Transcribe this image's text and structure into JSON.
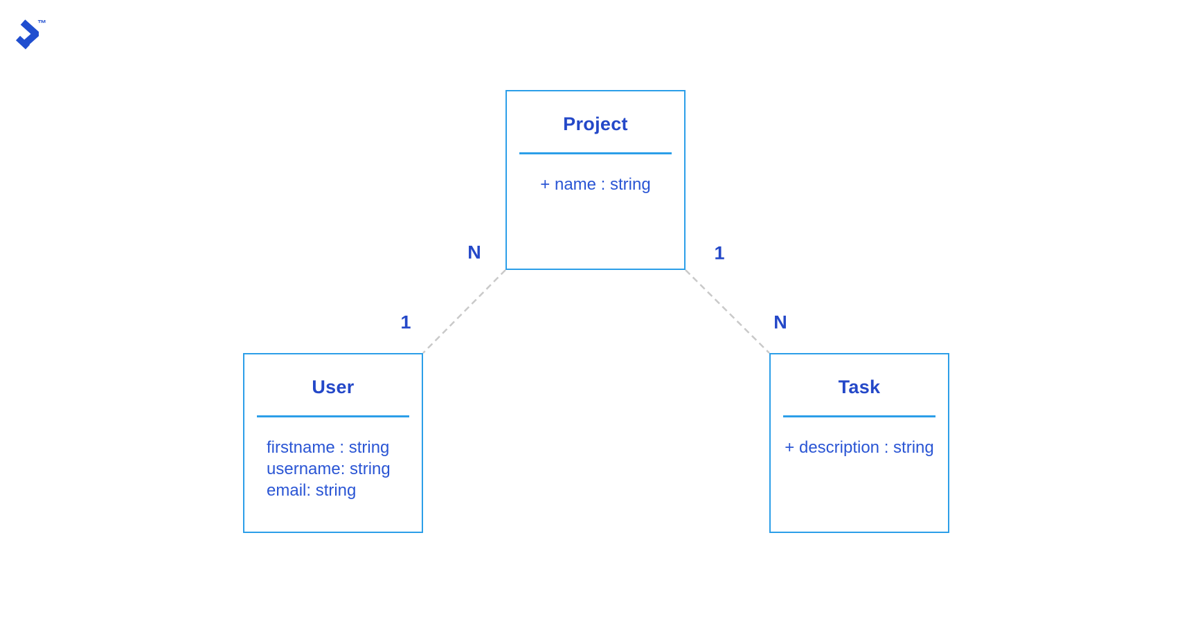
{
  "page": {
    "title": "Project / User / Task entity diagram",
    "background": "#FFFFFF"
  },
  "logo": {
    "name": "toptal-mark",
    "trademark": "™",
    "color": "#204ECF"
  },
  "colors": {
    "box_border": "#2B9EE8",
    "separator": "#2B9EE8",
    "entity_title": "#2448C8",
    "attribute_text": "#2A55D4",
    "multiplicity_label": "#2448C8",
    "connector_dash": "#C9C9C9",
    "logo_blue": "#204ECF",
    "background": "#FFFFFF"
  },
  "diagram": {
    "entities": [
      {
        "id": "project",
        "title": "Project",
        "attributes": [
          "+ name : string"
        ],
        "attributes_align": "center"
      },
      {
        "id": "user",
        "title": "User",
        "attributes": [
          "firstname : string",
          "username: string",
          "email: string"
        ],
        "attributes_align": "left"
      },
      {
        "id": "task",
        "title": "Task",
        "attributes": [
          "+ description : string"
        ],
        "attributes_align": "center"
      }
    ],
    "relationships": [
      {
        "from": "Project",
        "to": "User",
        "line_style": "dashed",
        "from_label": "N",
        "to_label": "1"
      },
      {
        "from": "Project",
        "to": "Task",
        "line_style": "dashed",
        "from_label": "1",
        "to_label": "N"
      }
    ]
  }
}
